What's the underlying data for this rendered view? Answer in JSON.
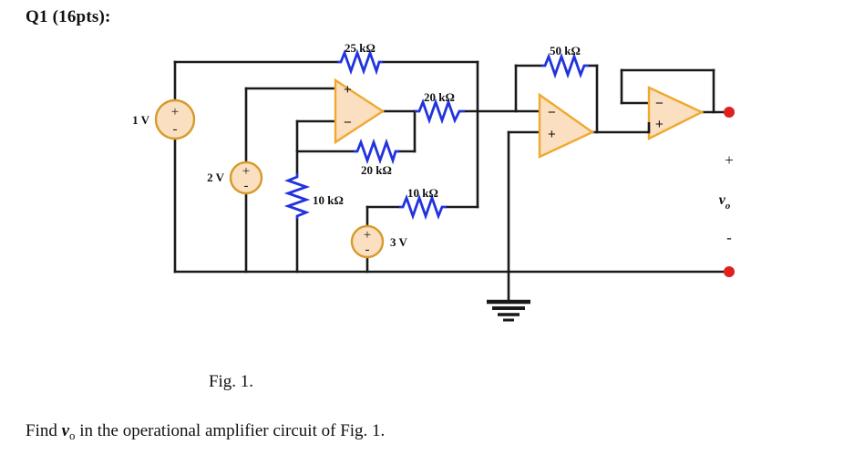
{
  "header": {
    "title": "Q1 (16pts):"
  },
  "figure": {
    "caption": "Fig. 1.",
    "question_prefix": "Find ",
    "question_var": "v",
    "question_var_sub": "o",
    "question_suffix": " in the operational amplifier circuit of Fig. 1."
  },
  "colors": {
    "wire": "#1a1a1a",
    "resistor": "#2233dd",
    "source_fill": "#fadfc0",
    "source_stroke": "#d79a2b",
    "opamp_fill": "#fadfc0",
    "opamp_stroke": "#f0a830",
    "terminal": "#e02020",
    "background": "#ffffff"
  },
  "components": {
    "resistors": [
      {
        "id": "r25k",
        "label": "25 kΩ",
        "orientation": "horizontal"
      },
      {
        "id": "r50k",
        "label": "50 kΩ",
        "orientation": "horizontal"
      },
      {
        "id": "r20k_series",
        "label": "20 kΩ",
        "orientation": "horizontal"
      },
      {
        "id": "r20k_feedback",
        "label": "20 kΩ",
        "orientation": "horizontal"
      },
      {
        "id": "r10k_shunt",
        "label": "10 kΩ",
        "orientation": "vertical"
      },
      {
        "id": "r10k_series",
        "label": "10 kΩ",
        "orientation": "horizontal"
      }
    ],
    "sources": [
      {
        "id": "v1",
        "label": "1 V",
        "plus": "+",
        "minus": "-"
      },
      {
        "id": "v2",
        "label": "2 V",
        "plus": "+",
        "minus": "-"
      },
      {
        "id": "v3",
        "label": "3 V",
        "plus": "+",
        "minus": "-"
      }
    ],
    "opamps": [
      {
        "id": "opamp1",
        "top_input": "+",
        "bottom_input": "−"
      },
      {
        "id": "opamp2",
        "top_input": "−",
        "bottom_input": "+"
      },
      {
        "id": "opamp3",
        "top_input": "−",
        "bottom_input": "+"
      }
    ],
    "output": {
      "plus": "+",
      "minus": "-",
      "label_var": "v",
      "label_sub": "o"
    },
    "ground": {
      "id": "ground-symbol",
      "label": ""
    }
  }
}
